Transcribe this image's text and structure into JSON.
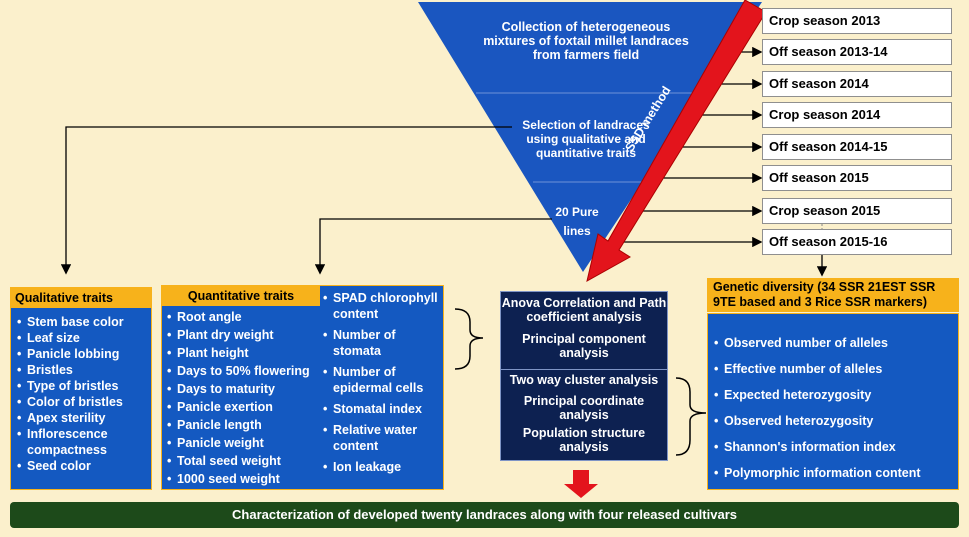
{
  "funnel": {
    "top": "Collection of heterogeneous mixtures  of foxtail millet landraces from farmers field",
    "middle": "Selection of landraces using qualitative and quantitative traits",
    "bottom": "20 Pure lines"
  },
  "arrow_label": "SSD method",
  "seasons": [
    "Crop season 2013",
    "Off season 2013-14",
    "Off season 2014",
    "Crop season 2014",
    "Off season 2014-15",
    "Off season 2015",
    "Crop season 2015",
    "Off season 2015-16"
  ],
  "qualitative": {
    "title": "Qualitative traits",
    "items": [
      "Stem base color",
      "Leaf size",
      "Panicle lobbing",
      "Bristles",
      "Type of bristles",
      "Color of bristles",
      "Apex sterility",
      "Inflorescence compactness",
      "Seed color"
    ]
  },
  "quantitative": {
    "title": "Quantitative traits",
    "col1": [
      "Root angle",
      "Plant dry weight",
      "Plant height",
      "Days to 50% flowering",
      "Days to maturity",
      "Panicle exertion",
      "Panicle length",
      "Panicle weight",
      "Total seed weight",
      "1000 seed weight"
    ],
    "col2": [
      "SPAD chlorophyll content",
      "Number of stomata",
      "Number of epidermal cells",
      "Stomatal index",
      "Relative water content",
      "Ion leakage"
    ]
  },
  "analysis": {
    "group1": [
      "Anova Correlation and Path coefficient analysis",
      "Principal component analysis"
    ],
    "group2": [
      "Two way cluster analysis",
      "Principal coordinate analysis",
      "Population structure analysis"
    ]
  },
  "genetic": {
    "title": "Genetic diversity (34 SSR 21EST SSR 9TE based and 3 Rice SSR markers)",
    "items": [
      "Observed number of alleles",
      "Effective number of alleles",
      "Expected heterozygosity",
      "Observed heterozygosity",
      "Shannon's information index",
      "Polymorphic information content"
    ]
  },
  "footer": "Characterization of developed twenty landraces along with four released cultivars",
  "colors": {
    "blue": "#1459c1",
    "navy": "#0d2151",
    "orange": "#f7b21b",
    "green": "#1d4a1a",
    "red": "#e3141c",
    "background": "#fbf0cc"
  }
}
